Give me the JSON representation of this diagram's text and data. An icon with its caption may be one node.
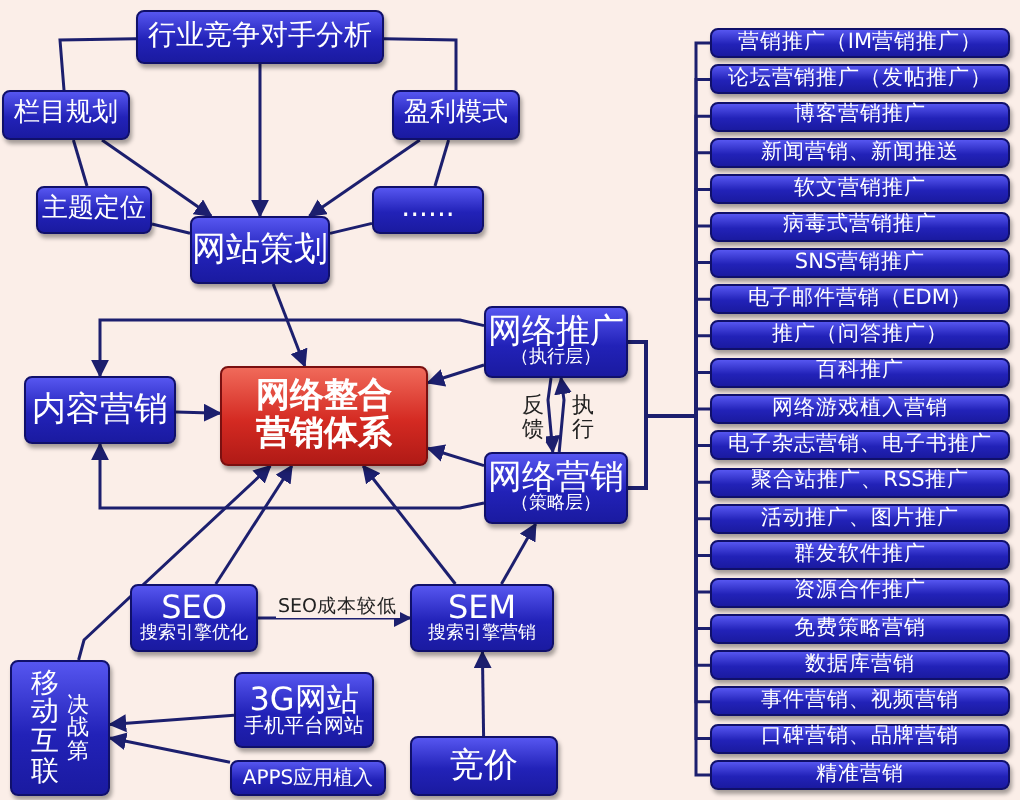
{
  "diagram": {
    "nodes": [
      {
        "text": [
          "行业竞争对手分析"
        ]
      },
      {
        "text": [
          "栏目规划"
        ]
      },
      {
        "text": [
          "盈利模式"
        ]
      },
      {
        "text": [
          "主题定位"
        ]
      },
      {
        "text": [
          "......"
        ]
      },
      {
        "text": [
          "网站策划"
        ]
      },
      {
        "text": [
          "内容营销"
        ]
      },
      {
        "text": [
          "网络整合营销体系"
        ]
      },
      {
        "text": [
          "网络推广",
          "（执行层）"
        ]
      },
      {
        "text": [
          "网络营销",
          "（策略层）"
        ]
      },
      {
        "text": [
          "SEO",
          "搜索引擎优化"
        ]
      },
      {
        "text": [
          "SEM",
          "搜索引擎营销"
        ]
      },
      {
        "text": [
          "移动互联",
          "决战第"
        ]
      },
      {
        "text": [
          "3G网站",
          "手机平台网站"
        ]
      },
      {
        "text": [
          "APPS应用植入"
        ]
      },
      {
        "text": [
          "竞价"
        ]
      },
      {
        "text": [
          "营销推广（IM营销推广）"
        ]
      },
      {
        "text": [
          "论坛营销推广（发帖推广）"
        ]
      },
      {
        "text": [
          "博客营销推广"
        ]
      },
      {
        "text": [
          "新闻营销、新闻推送"
        ]
      },
      {
        "text": [
          "软文营销推广"
        ]
      },
      {
        "text": [
          "病毒式营销推广"
        ]
      },
      {
        "text": [
          "SNS营销推广"
        ]
      },
      {
        "text": [
          "电子邮件营销（EDM）"
        ]
      },
      {
        "text": [
          "推广（问答推广）"
        ]
      },
      {
        "text": [
          "百科推广"
        ]
      },
      {
        "text": [
          "网络游戏植入营销"
        ]
      },
      {
        "text": [
          "电子杂志营销、电子书推广"
        ]
      },
      {
        "text": [
          "聚合站推广、RSS推广"
        ]
      },
      {
        "text": [
          "活动推广、图片推广"
        ]
      },
      {
        "text": [
          "群发软件推广"
        ]
      },
      {
        "text": [
          "资源合作推广"
        ]
      },
      {
        "text": [
          "免费策略营销"
        ]
      },
      {
        "text": [
          "数据库营销"
        ]
      },
      {
        "text": [
          "事件营销、视频营销"
        ]
      },
      {
        "text": [
          "口碑营销、品牌营销"
        ]
      },
      {
        "text": [
          "精准营销"
        ]
      }
    ],
    "edges": [
      {
        "from": 0,
        "to": 5,
        "arrow": "to"
      },
      {
        "from": 1,
        "to": 5,
        "arrow": "to"
      },
      {
        "from": 2,
        "to": 5,
        "arrow": "to"
      },
      {
        "from": 0,
        "to": 1,
        "arrow": "none"
      },
      {
        "from": 1,
        "to": 3,
        "arrow": "none"
      },
      {
        "from": 3,
        "to": 5,
        "arrow": "none"
      },
      {
        "from": 0,
        "to": 2,
        "arrow": "none"
      },
      {
        "from": 2,
        "to": 4,
        "arrow": "none"
      },
      {
        "from": 4,
        "to": 5,
        "arrow": "none"
      },
      {
        "from": 5,
        "to": 7,
        "arrow": "to"
      },
      {
        "from": 8,
        "to": 6,
        "arrow": "to"
      },
      {
        "from": 6,
        "to": 7,
        "arrow": "to"
      },
      {
        "from": 8,
        "to": 7,
        "arrow": "to"
      },
      {
        "from": 8,
        "to": 9,
        "label": "反馈",
        "arrow": "to"
      },
      {
        "from": 9,
        "to": 8,
        "label": "执行",
        "arrow": "to"
      },
      {
        "from": 9,
        "to": 7,
        "arrow": "to"
      },
      {
        "from": 9,
        "to": 6,
        "arrow": "to"
      },
      {
        "from": 10,
        "to": 7,
        "arrow": "to"
      },
      {
        "from": 10,
        "to": 11,
        "label": "SEO成本较低",
        "arrow": "to"
      },
      {
        "from": 11,
        "to": 7,
        "arrow": "to"
      },
      {
        "from": 11,
        "to": 9,
        "arrow": "to"
      },
      {
        "from": 12,
        "to": 7,
        "arrow": "to"
      },
      {
        "from": 13,
        "to": 12,
        "arrow": "to"
      },
      {
        "from": 14,
        "to": 12,
        "arrow": "to"
      },
      {
        "from": 15,
        "to": 11,
        "arrow": "to"
      },
      {
        "from": 8,
        "to": 16,
        "arrow": "none"
      },
      {
        "from": 8,
        "to": 17,
        "arrow": "none"
      },
      {
        "from": 8,
        "to": 18,
        "arrow": "none"
      },
      {
        "from": 8,
        "to": 19,
        "arrow": "none"
      },
      {
        "from": 8,
        "to": 20,
        "arrow": "none"
      },
      {
        "from": 8,
        "to": 21,
        "arrow": "none"
      },
      {
        "from": 8,
        "to": 22,
        "arrow": "none"
      },
      {
        "from": 8,
        "to": 23,
        "arrow": "none"
      },
      {
        "from": 8,
        "to": 24,
        "arrow": "none"
      },
      {
        "from": 8,
        "to": 25,
        "arrow": "none"
      },
      {
        "from": 8,
        "to": 26,
        "arrow": "none"
      },
      {
        "from": 8,
        "to": 27,
        "arrow": "none"
      },
      {
        "from": 8,
        "to": 28,
        "arrow": "none"
      },
      {
        "from": 8,
        "to": 29,
        "arrow": "none"
      },
      {
        "from": 8,
        "to": 30,
        "arrow": "none"
      },
      {
        "from": 8,
        "to": 31,
        "arrow": "none"
      },
      {
        "from": 8,
        "to": 32,
        "arrow": "none"
      },
      {
        "from": 8,
        "to": 33,
        "arrow": "none"
      },
      {
        "from": 8,
        "to": 34,
        "arrow": "none"
      },
      {
        "from": 8,
        "to": 35,
        "arrow": "none"
      },
      {
        "from": 8,
        "to": 36,
        "arrow": "none"
      },
      {
        "from": 9,
        "to": 16,
        "arrow": "none"
      },
      {
        "from": 9,
        "to": 17,
        "arrow": "none"
      },
      {
        "from": 9,
        "to": 18,
        "arrow": "none"
      },
      {
        "from": 9,
        "to": 19,
        "arrow": "none"
      },
      {
        "from": 9,
        "to": 20,
        "arrow": "none"
      },
      {
        "from": 9,
        "to": 21,
        "arrow": "none"
      },
      {
        "from": 9,
        "to": 22,
        "arrow": "none"
      },
      {
        "from": 9,
        "to": 23,
        "arrow": "none"
      },
      {
        "from": 9,
        "to": 24,
        "arrow": "none"
      },
      {
        "from": 9,
        "to": 25,
        "arrow": "none"
      },
      {
        "from": 9,
        "to": 26,
        "arrow": "none"
      },
      {
        "from": 9,
        "to": 27,
        "arrow": "none"
      },
      {
        "from": 9,
        "to": 28,
        "arrow": "none"
      },
      {
        "from": 9,
        "to": 29,
        "arrow": "none"
      },
      {
        "from": 9,
        "to": 30,
        "arrow": "none"
      },
      {
        "from": 9,
        "to": 31,
        "arrow": "none"
      },
      {
        "from": 9,
        "to": 32,
        "arrow": "none"
      },
      {
        "from": 9,
        "to": 33,
        "arrow": "none"
      },
      {
        "from": 9,
        "to": 34,
        "arrow": "none"
      },
      {
        "from": 9,
        "to": 35,
        "arrow": "none"
      },
      {
        "from": 9,
        "to": 36,
        "arrow": "none"
      }
    ]
  }
}
